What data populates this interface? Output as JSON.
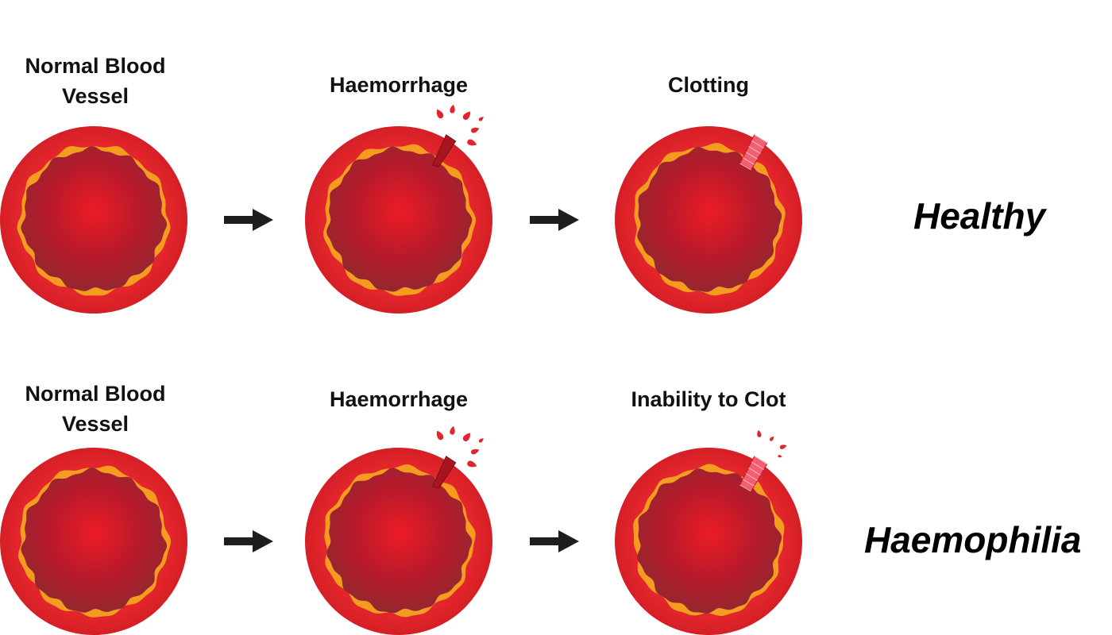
{
  "rows": [
    {
      "label": "Healthy",
      "stages": [
        {
          "label_lines": [
            "Normal Blood",
            "Vessel"
          ],
          "state": "intact"
        },
        {
          "label_lines": [
            "Haemorrhage"
          ],
          "state": "ruptured"
        },
        {
          "label_lines": [
            "Clotting"
          ],
          "state": "clotted"
        }
      ]
    },
    {
      "label": "Haemophilia",
      "stages": [
        {
          "label_lines": [
            "Normal Blood",
            "Vessel"
          ],
          "state": "intact"
        },
        {
          "label_lines": [
            "Haemorrhage"
          ],
          "state": "ruptured"
        },
        {
          "label_lines": [
            "Inability to Clot"
          ],
          "state": "failed-clot"
        }
      ]
    }
  ],
  "colors": {
    "vessel_wall": "#e3262b",
    "vessel_inner_rim": "#f39c1f",
    "lumen": "#b7182a",
    "blood_drops": "#e0262e",
    "arrow": "#1e1e1e"
  },
  "icons": [
    "arrow-right-icon",
    "blood-drop-icon",
    "clot-mesh-icon"
  ]
}
